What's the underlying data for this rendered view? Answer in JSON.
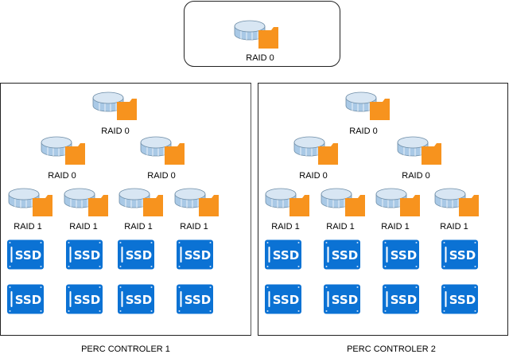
{
  "top": {
    "label": "RAID 0"
  },
  "controllers": [
    {
      "caption": "PERC CONTROLER 1",
      "level1": "RAID 0",
      "level2": [
        "RAID 0",
        "RAID 0"
      ],
      "level3": [
        "RAID 1",
        "RAID 1",
        "RAID 1",
        "RAID 1"
      ],
      "ssd_label": "SSD",
      "ssd_count": 8
    },
    {
      "caption": "PERC CONTROLER 2",
      "level1": "RAID 0",
      "level2": [
        "RAID 0",
        "RAID 0"
      ],
      "level3": [
        "RAID 1",
        "RAID 1",
        "RAID 1",
        "RAID 1"
      ],
      "ssd_label": "SSD",
      "ssd_count": 8
    }
  ],
  "icons": {
    "raid": "raid-volume-icon",
    "ssd": "ssd-drive-icon"
  },
  "colors": {
    "cylinder_top": "#d8e6f3",
    "cylinder_side": "#a9c9e6",
    "folder": "#f7931e",
    "ssd": "#0b72d4",
    "border": "#222222"
  }
}
